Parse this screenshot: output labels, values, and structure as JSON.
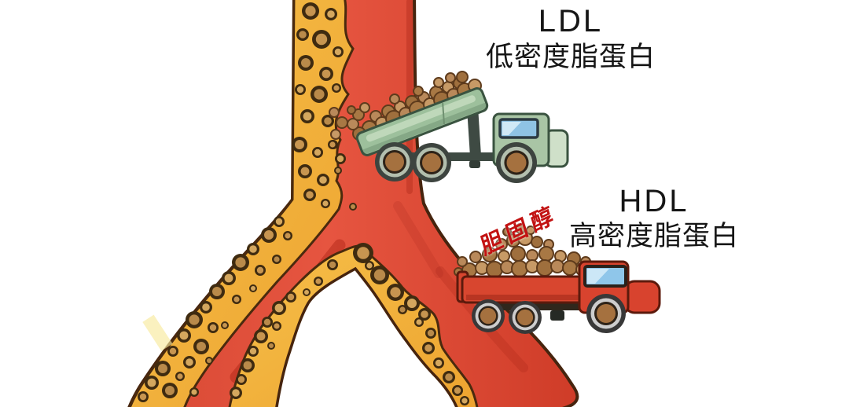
{
  "labels": {
    "ldl_abbr": "LDL",
    "ldl_name": "低密度脂蛋白",
    "hdl_abbr": "HDL",
    "hdl_name": "高密度脂蛋白",
    "cholesterol": "胆固醇"
  },
  "colors": {
    "background": "#ffffff",
    "artery_red": "#e0462f",
    "artery_outline": "#46240e",
    "plaque_yellow": "#f2b23c",
    "plaque_ring_brown": "#3f2b10",
    "cholesterol_ball_tan": "#b9895a",
    "ldl_truck_green": "#9dc09c",
    "hdl_truck_red": "#d8432e",
    "truck_window_blue": "#8fc3e4",
    "label_text": "#161616",
    "cholesterol_text": "#c21212"
  }
}
